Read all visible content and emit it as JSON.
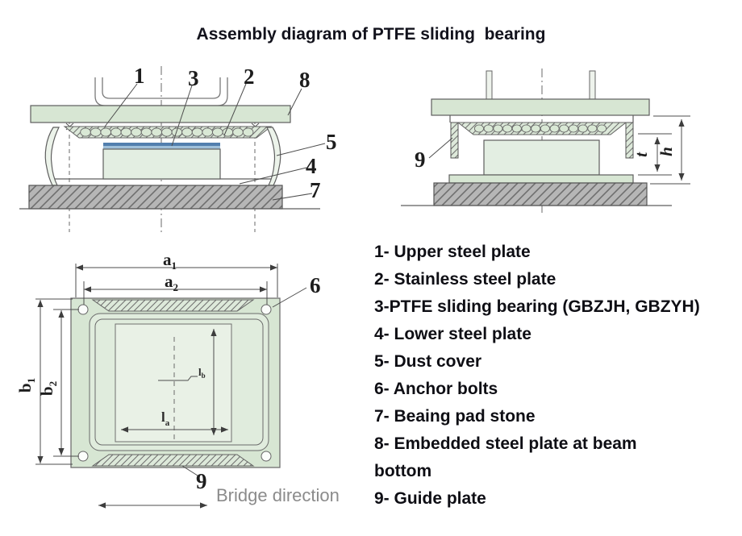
{
  "title": "Assembly diagram of PTFE sliding  bearing",
  "legend": {
    "lines": [
      "1- Upper steel plate",
      "2- Stainless steel plate",
      "3-PTFE sliding bearing (GBZJH, GBZYH)",
      "4- Lower steel plate",
      "5- Dust cover",
      "6- Anchor bolts",
      "7- Beaing pad stone",
      "8- Embedded steel plate at beam",
      "bottom",
      "9- Guide plate"
    ]
  },
  "front_view": {
    "callouts": {
      "c1": "1",
      "c3": "3",
      "c2": "2",
      "c8": "8",
      "c5": "5",
      "c4": "4",
      "c7": "7"
    }
  },
  "side_view": {
    "callout_9": "9",
    "dim_t": "t",
    "dim_h": "h"
  },
  "plan_view": {
    "callout_6": "6",
    "callout_9": "9",
    "dim_a1": {
      "base": "a",
      "sub": "1"
    },
    "dim_a2": {
      "base": "a",
      "sub": "2"
    },
    "dim_b1": {
      "base": "b",
      "sub": "1"
    },
    "dim_b2": {
      "base": "b",
      "sub": "2"
    },
    "dim_la": {
      "base": "l",
      "sub": "a"
    },
    "dim_lb": {
      "base": "l",
      "sub": "b"
    },
    "bridge_direction": "Bridge direction"
  },
  "colors": {
    "plate_green": "#d7e6d3",
    "pale_green": "#e3eee2",
    "inner_green": "#e9f1e6",
    "steel_blue_dark": "#527fae",
    "steel_blue_light": "#9fc0da",
    "pad_gray": "#b6b6b6",
    "line_gray": "#5e5e5e",
    "text_dark": "#12121c",
    "bridge_text_gray": "#8b8b8b"
  }
}
